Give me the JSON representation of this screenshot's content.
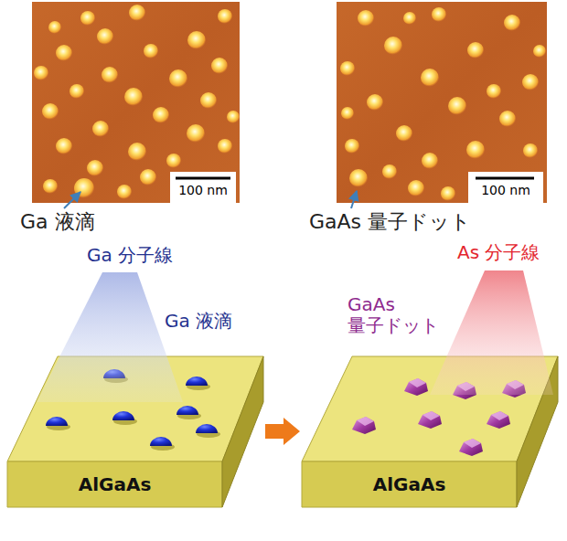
{
  "diagram": {
    "nodes": [
      {
        "text": [
          "AlGaAs"
        ]
      },
      {
        "text": [
          "AlGaAs"
        ]
      }
    ],
    "edges": [
      {
        "from": 0,
        "to": 1,
        "arrow": "to"
      }
    ],
    "labels": [
      "100 nm",
      "100 nm",
      "Ga 液滴",
      "GaAs 量子ドット",
      "Ga 分子線",
      "Ga 液滴",
      "As 分子線",
      "GaAs 量子ドット"
    ]
  }
}
